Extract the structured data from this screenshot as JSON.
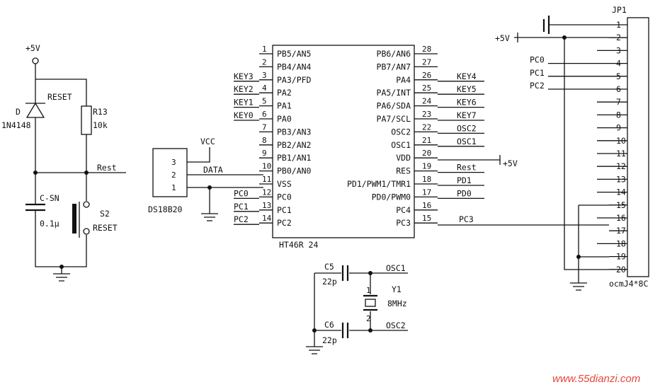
{
  "reset_circuit": {
    "vcc_label": "+5V",
    "diode_ref": "D",
    "diode_part": "1N4148",
    "reset_label": "RESET",
    "resistor_ref": "R13",
    "resistor_value": "10k",
    "rest_net": "Rest",
    "cap_ref": "C-SN",
    "cap_value": "0.1μ",
    "switch_ref": "S2",
    "switch_label": "RESET"
  },
  "sensor": {
    "part": "DS18B20",
    "vcc_label": "VCC",
    "data_label": "DATA",
    "pins": [
      "3",
      "2",
      "1"
    ]
  },
  "mcu": {
    "part": "HT46R 24",
    "left_pins": [
      {
        "num": "1",
        "name": "PB5/AN5",
        "net": ""
      },
      {
        "num": "2",
        "name": "PB4/AN4",
        "net": ""
      },
      {
        "num": "3",
        "name": "PA3/PFD",
        "net": "KEY3"
      },
      {
        "num": "4",
        "name": "PA2",
        "net": "KEY2"
      },
      {
        "num": "5",
        "name": "PA1",
        "net": "KEY1"
      },
      {
        "num": "6",
        "name": "PA0",
        "net": "KEY0"
      },
      {
        "num": "7",
        "name": "PB3/AN3",
        "net": ""
      },
      {
        "num": "8",
        "name": "PB2/AN2",
        "net": ""
      },
      {
        "num": "9",
        "name": "PB1/AN1",
        "net": ""
      },
      {
        "num": "10",
        "name": "PB0/AN0",
        "net": ""
      },
      {
        "num": "11",
        "name": "VSS",
        "net": ""
      },
      {
        "num": "12",
        "name": "PC0",
        "net": "PC0"
      },
      {
        "num": "13",
        "name": "PC1",
        "net": "PC1"
      },
      {
        "num": "14",
        "name": "PC2",
        "net": "PC2"
      }
    ],
    "right_pins": [
      {
        "num": "28",
        "name": "PB6/AN6",
        "net": ""
      },
      {
        "num": "27",
        "name": "PB7/AN7",
        "net": ""
      },
      {
        "num": "26",
        "name": "PA4",
        "net": "KEY4"
      },
      {
        "num": "25",
        "name": "PA5/INT",
        "net": "KEY5"
      },
      {
        "num": "24",
        "name": "PA6/SDA",
        "net": "KEY6"
      },
      {
        "num": "23",
        "name": "PA7/SCL",
        "net": "KEY7"
      },
      {
        "num": "22",
        "name": "OSC2",
        "net": "OSC2"
      },
      {
        "num": "21",
        "name": "OSC1",
        "net": "OSC1"
      },
      {
        "num": "20",
        "name": "VDD",
        "net": "+5V"
      },
      {
        "num": "19",
        "name": "RES",
        "net": "Rest"
      },
      {
        "num": "18",
        "name": "PD1/PWM1/TMR1",
        "net": "PD1"
      },
      {
        "num": "17",
        "name": "PD0/PWM0",
        "net": "PD0"
      },
      {
        "num": "16",
        "name": "PC4",
        "net": ""
      },
      {
        "num": "15",
        "name": "PC3",
        "net": "PC3"
      }
    ]
  },
  "oscillator": {
    "c5_ref": "C5",
    "c5_value": "22p",
    "c6_ref": "C6",
    "c6_value": "22p",
    "crystal_ref": "Y1",
    "crystal_value": "8MHz",
    "crystal_pin1": "1",
    "crystal_pin2": "2",
    "osc1_label": "OSC1",
    "osc2_label": "OSC2"
  },
  "connector": {
    "ref": "JP1",
    "part": "ocmJ4*8C",
    "vcc_label": "+5V",
    "pins": [
      "1",
      "2",
      "3",
      "4",
      "5",
      "6",
      "7",
      "8",
      "9",
      "10",
      "11",
      "12",
      "13",
      "14",
      "15",
      "16",
      "17",
      "18",
      "19",
      "20"
    ],
    "pin_nets": {
      "4": "PC0",
      "5": "PC1",
      "6": "PC2"
    }
  },
  "watermark": "www.55dianzi.com"
}
